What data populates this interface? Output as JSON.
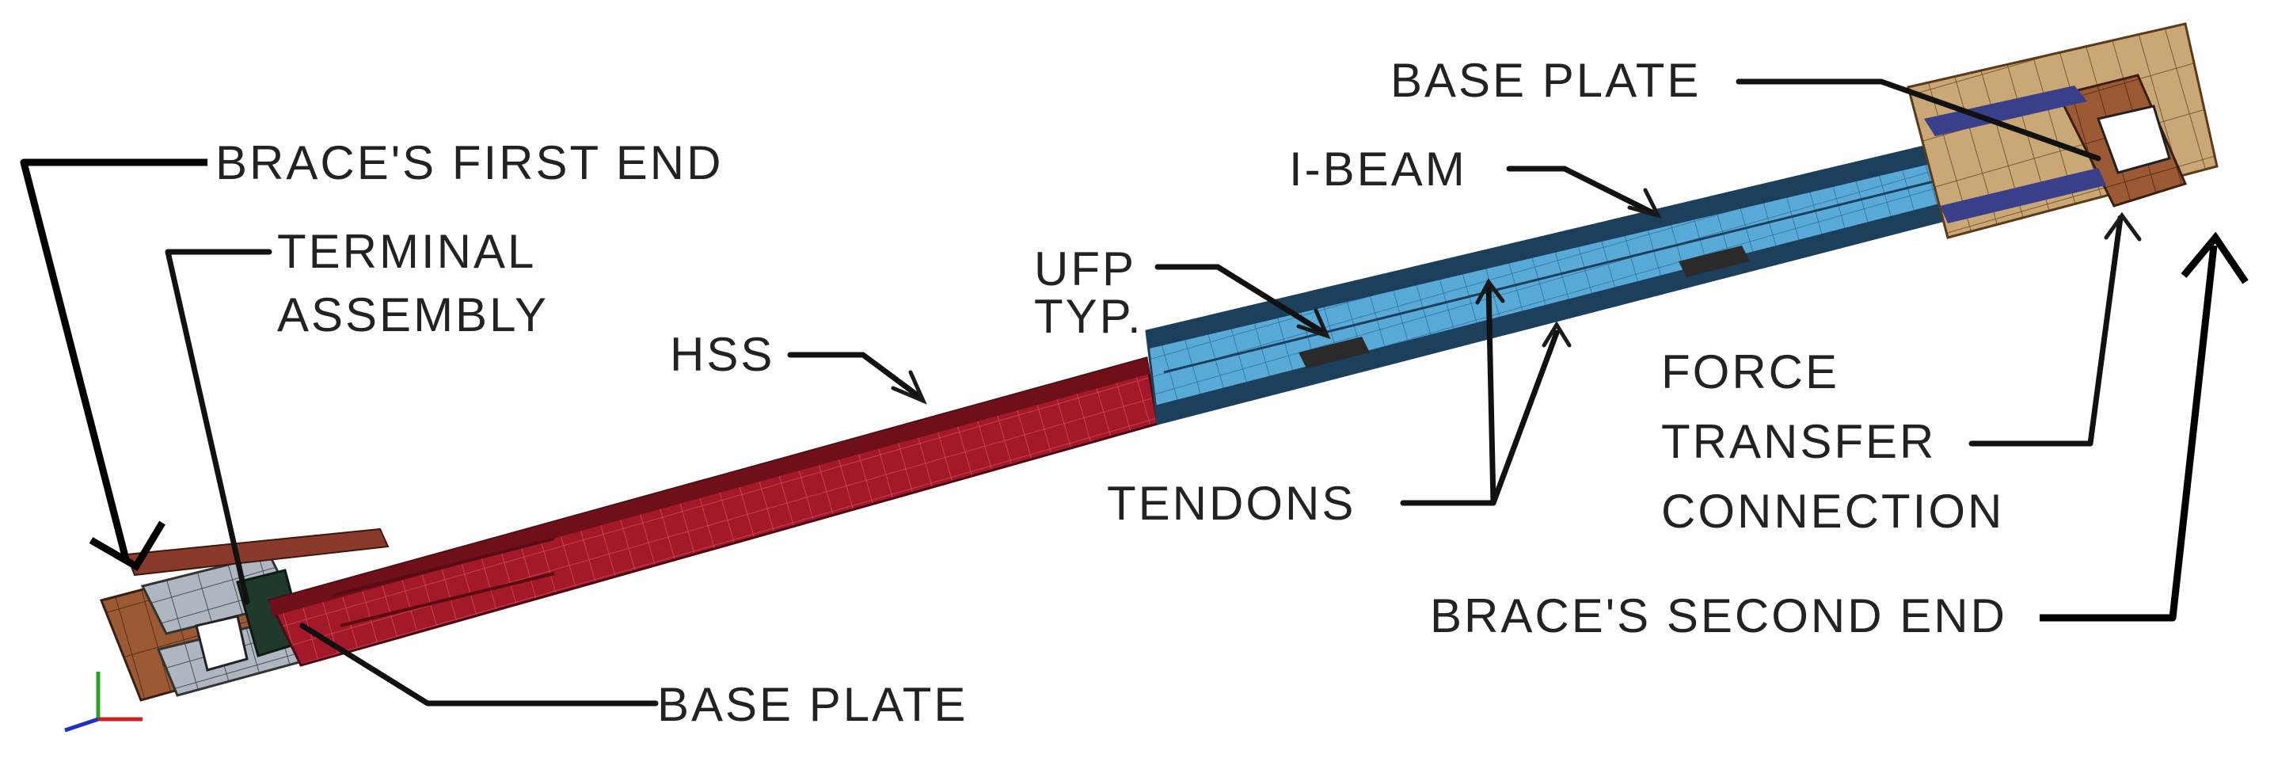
{
  "labels": {
    "first_end": "BRACE'S FIRST END",
    "terminal_1": "TERMINAL",
    "terminal_2": "ASSEMBLY",
    "hss": "HSS",
    "ufp_1": "UFP",
    "ufp_2": "TYP.",
    "base_plate_top": "BASE PLATE",
    "i_beam": "I-BEAM",
    "force_1": "FORCE",
    "force_2": "TRANSFER",
    "force_3": "CONNECTION",
    "tendons": "TENDONS",
    "second_end": "BRACE'S SECOND END",
    "base_plate_bottom": "BASE PLATE"
  },
  "colors": {
    "hss": "#a3192a",
    "hss_dark": "#6e0f1a",
    "i_beam": "#58a8d6",
    "i_beam_dark": "#1c3f5c",
    "end_block": "#9c5a34",
    "end_block_light": "#c9a876",
    "grey_plate": "#aeb7c0"
  }
}
